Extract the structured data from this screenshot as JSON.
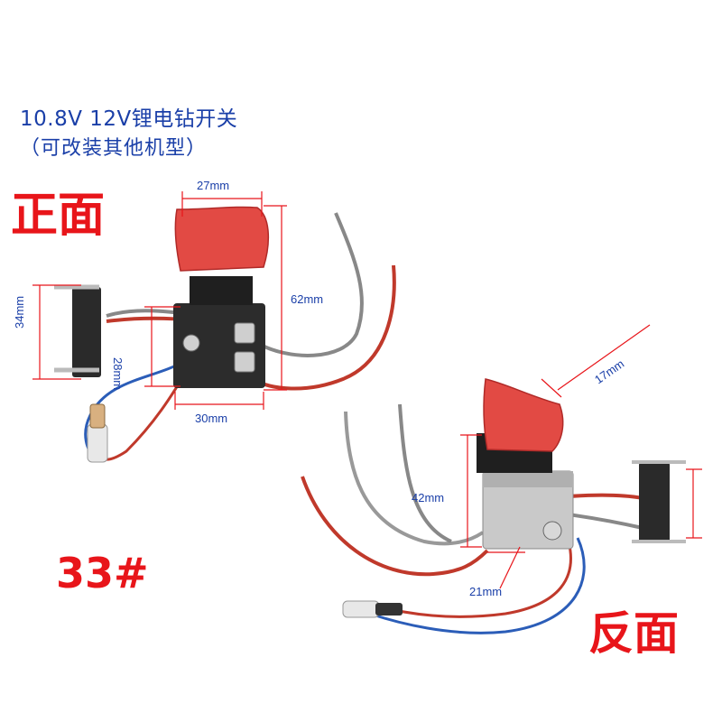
{
  "title": {
    "line1": "10.8V 12V锂电钻开关",
    "line2": "（可改装其他机型）"
  },
  "labels": {
    "front": "正面",
    "back": "反面",
    "model": "33#"
  },
  "dimensions": {
    "front_top_width": "27mm",
    "front_height": "62mm",
    "front_left_height": "34mm",
    "front_inner_height": "28mm",
    "front_bottom_width": "30mm",
    "back_trigger": "17mm",
    "back_height": "42mm",
    "back_bottom": "21mm"
  },
  "colors": {
    "title_text": "#1a3fa8",
    "label_red": "#e8151a",
    "trigger_red": "#e24a44",
    "dimension_line": "#e8151a"
  }
}
